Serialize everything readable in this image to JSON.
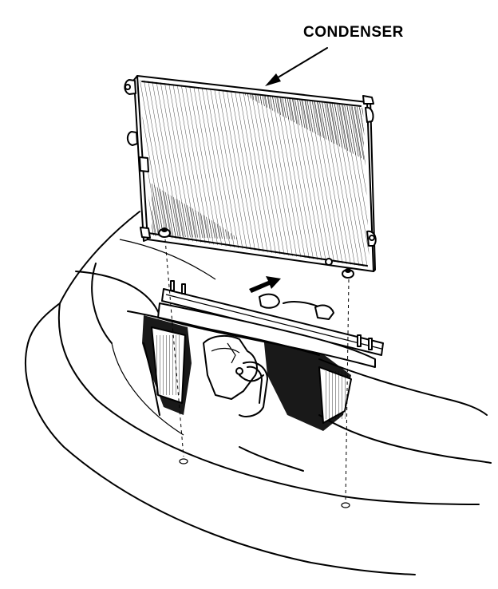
{
  "diagram": {
    "callout_label": "CONDENSER",
    "colors": {
      "line": "#000000",
      "background": "#ffffff"
    },
    "parts": [
      "condenser",
      "radiator-support",
      "mounting-cushion",
      "front-bumper"
    ]
  }
}
